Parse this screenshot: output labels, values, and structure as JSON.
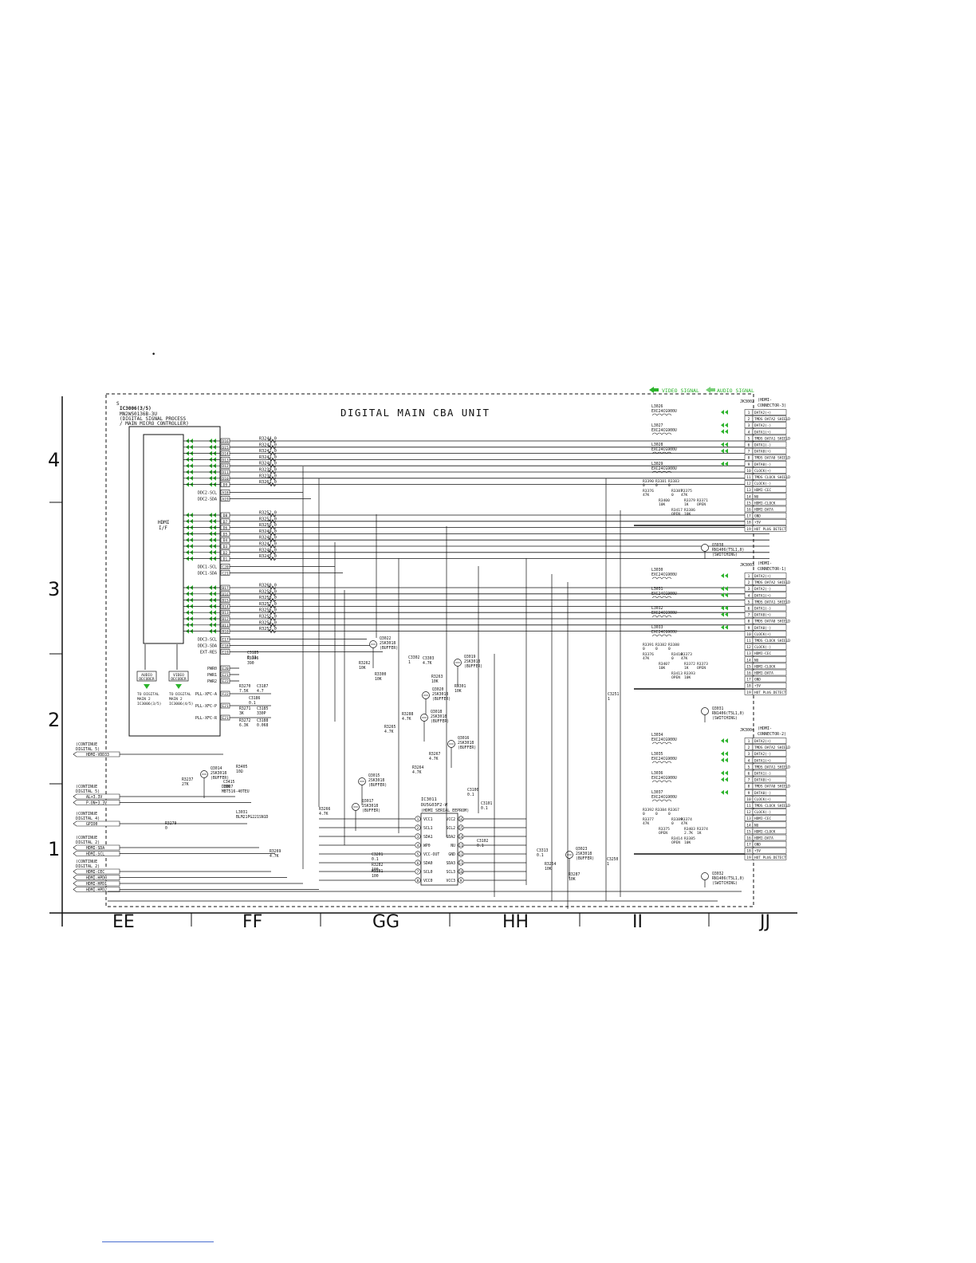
{
  "title": "DIGITAL MAIN CBA UNIT",
  "legend": {
    "video": "VIDEO SIGNAL",
    "audio": "AUDIO SIGNAL"
  },
  "row_labels": [
    "4",
    "3",
    "2",
    "1"
  ],
  "col_labels": [
    "EE",
    "FF",
    "GG",
    "HH",
    "II",
    "JJ"
  ],
  "main_ic": {
    "ref": "IC3006(3/5)",
    "part": "MN2WS0136B-3U",
    "desc1": "(DIGITAL SIGNAL PROCESS",
    "desc2": "/ MAIN MICRO CONTROLLER)",
    "block_label1": "HDMI",
    "block_label2": "I/F",
    "prefix": "S"
  },
  "group1": {
    "pins": [
      "D16",
      "D15",
      "D14",
      "D13",
      "D12",
      "D11",
      "D10",
      "D9"
    ],
    "res": [
      "R3244 0",
      "R3243 0",
      "R3242 0",
      "R3241 0",
      "R3240 0",
      "R3239 0",
      "R3238 0",
      "R3261 0"
    ],
    "ddc": [
      [
        "DDC2-SCL",
        "A18"
      ],
      [
        "DDC2-SDA",
        "A19"
      ]
    ]
  },
  "group2": {
    "pins": [
      "D8",
      "D7",
      "D6",
      "D5",
      "D4",
      "D3",
      "D2",
      "D1"
    ],
    "res": [
      "R3252 0",
      "R3251 0",
      "R3250 0",
      "R3249 0",
      "R3248 0",
      "R3247 0",
      "R3246 0",
      "R3245 0"
    ],
    "ddc": [
      [
        "DDC1-SCL",
        "C20"
      ],
      [
        "DDC1-SDA",
        "C21"
      ]
    ]
  },
  "group3": {
    "pins": [
      "B17",
      "B16",
      "B15",
      "B14",
      "B13",
      "B12",
      "B11",
      "B10"
    ],
    "res": [
      "R3260 0",
      "R3259 0",
      "R3258 0",
      "R3257 0",
      "R3256 0",
      "R3255 0",
      "R3254 0",
      "R3253 0"
    ],
    "ddc": [
      [
        "DDC3-SCL",
        "E17"
      ],
      [
        "DDC3-SDA",
        "E18"
      ],
      [
        "EXT-RES",
        "E19"
      ]
    ]
  },
  "pwr_pins": [
    [
      "PWR0",
      "E20"
    ],
    [
      "PWR1",
      "E21"
    ],
    [
      "PWR2",
      "E22"
    ]
  ],
  "pll_pins": [
    [
      "PLL-XFC-A",
      "F22"
    ],
    [
      "PLL-XFC-P",
      "E21"
    ],
    [
      "PLL-XFC-R",
      "E21"
    ]
  ],
  "decoders": [
    {
      "label": "AUDIO DECODER",
      "dest1": "TO DIGITAL",
      "dest2": "MAIN 2",
      "dest3": "IC3006(3/5)"
    },
    {
      "label": "VIDEO DECODER",
      "dest1": "TO DIGITAL",
      "dest2": "MAIN 2",
      "dest3": "IC3006(4/5)"
    }
  ],
  "left_connectors": [
    {
      "cont": "(CONTINUE DIGITAL 5)",
      "lines": [
        "HDMI-VDD33"
      ]
    },
    {
      "cont": "(CONTINUE DIGITAL 5)",
      "lines": [
        "AL+3.3V",
        "P-ON+3.3V"
      ]
    },
    {
      "cont": "(CONTINUE DIGITAL 4)",
      "lines": [
        "GPIO0"
      ]
    },
    {
      "cont": "(CONTINUE DIGITAL 2)",
      "lines": [
        "HDMI-SDA",
        "HDMI-SCL"
      ]
    },
    {
      "cont": "(CONTINUE DIGITAL 2)",
      "lines": [
        "HDMI-CEC",
        "HDMI-HPD0",
        "HDMI-HPD1",
        "HDMI-HPD2"
      ]
    }
  ],
  "eeprom": {
    "ref": "IC3011",
    "part": "DU5G03F2-W",
    "desc": "(HDMI SERIAL EEPROM)",
    "left_pins": [
      [
        "1",
        "VCC1"
      ],
      [
        "2",
        "SCL1"
      ],
      [
        "3",
        "SDA1"
      ],
      [
        "4",
        "WP0"
      ],
      [
        "5",
        "VCC-OUT"
      ],
      [
        "6",
        "SDA0"
      ],
      [
        "7",
        "SCL0"
      ],
      [
        "8",
        "VCC0"
      ]
    ],
    "right_pins": [
      [
        "16",
        "VCC2"
      ],
      [
        "15",
        "SCL2"
      ],
      [
        "14",
        "SDA2"
      ],
      [
        "13",
        "NU"
      ],
      [
        "12",
        "GND"
      ],
      [
        "11",
        "SDA3"
      ],
      [
        "10",
        "SCL3"
      ],
      [
        "9",
        "VCC3"
      ]
    ]
  },
  "buffers": [
    {
      "ref": "Q3022",
      "part": "2SK3018",
      "note": "(BUFFER)"
    },
    {
      "ref": "Q3019",
      "part": "2SK3018",
      "note": "(BUFFER)"
    },
    {
      "ref": "Q3020",
      "part": "2SK3018",
      "note": "(BUFFER)"
    },
    {
      "ref": "Q3018",
      "part": "2SK3018",
      "note": "(BUFFER)"
    },
    {
      "ref": "Q3016",
      "part": "2SK3018",
      "note": "(BUFFER)"
    },
    {
      "ref": "Q3015",
      "part": "2SK3018",
      "note": "(BUFFER)"
    },
    {
      "ref": "Q3017",
      "part": "2SK3018",
      "note": "(BUFFER)"
    },
    {
      "ref": "Q3014",
      "part": "2SK3018",
      "note": "(BUFFER)"
    },
    {
      "ref": "Q3023",
      "part": "2SK3018",
      "note": "(BUFFER)"
    }
  ],
  "passives": [
    "R3262 10K",
    "C3302 1",
    "C3303 4.7K",
    "R3300 10K",
    "R3263 10K",
    "R3301 10K",
    "R3288 4.7K",
    "R3265 4.7K",
    "R3267 4.7K",
    "R3264 4.7K",
    "R3266 4.7K",
    "C3100 0.1",
    "C3101 0.1",
    "C3102 0.1",
    "C3201 0.1",
    "R3282 100",
    "R3281 100",
    "R3269 4.7K",
    "R3279 0",
    "R3254 10K",
    "R3287 10K",
    "C3250 1",
    "C3313 0.1",
    "C3251 1",
    "R3237 27K",
    "R3270 7.5K",
    "C3187 4.7",
    "C3186 0.1",
    "R3271 3K",
    "C3185 330P",
    "R3272 6.3K",
    "C3188 0.068",
    "C3185 0.11",
    "R3306 390",
    "R3405 10Ω",
    "C3415 10K",
    "D3007 MBT516-40TEU",
    "L3031 BLM21PG221SN1D"
  ],
  "right_connectors": [
    {
      "ref": "JK3002",
      "title1": "(HDMI-",
      "title2": "CONNECTOR-3)",
      "switch": "Q3030",
      "pins": [
        "DATA2(+)",
        "TMDS DATA2 SHIELD",
        "DATA2(-)",
        "DATA1(+)",
        "TMDS DATA1 SHIELD",
        "DATA1(-)",
        "DATA0(+)",
        "TMDS DATA0 SHIELD",
        "DATA0(-)",
        "CLOCK(+)",
        "TMDS CLOCK SHIELD",
        "CLOCK(-)",
        "HDMI-CEC",
        "NU",
        "HDMI-CLOCK",
        "HDMI-DATA",
        "GND",
        "+5V",
        "HOT PLUG DETECT"
      ],
      "chokes": [
        "L3026 EXC24CG900U",
        "L3027 EXC24CG900U",
        "L3028 EXC24CG900U",
        "L3029 EXC24CG900U"
      ],
      "res": [
        "R3390 0",
        "R3381 0",
        "R3383 0",
        "R3375 47K",
        "R3376 47K",
        "R3387 0",
        "R3379 1K",
        "R3371 OPEN",
        "R3400 10K",
        "R3417 OPEN",
        "R3386 10K"
      ]
    },
    {
      "ref": "JK3003",
      "title1": "(HDMI-",
      "title2": "CONNECTOR-1)",
      "switch": "Q3031",
      "pins": [
        "DATA2(+)",
        "TMDS DATA2 SHIELD",
        "DATA2(-)",
        "DATA1(+)",
        "TMDS DATA1 SHIELD",
        "DATA1(-)",
        "DATA0(+)",
        "TMDS DATA0 SHIELD",
        "DATA0(-)",
        "CLOCK(+)",
        "TMDS CLOCK SHIELD",
        "CLOCK(-)",
        "HDMI-CEC",
        "NU",
        "HDMI-CLOCK",
        "HDMI-DATA",
        "GND",
        "+5V",
        "HOT PLUG DETECT"
      ],
      "chokes": [
        "L3030 EXC24CG900U",
        "L3031 EXC24CG900U",
        "L3032 EXC24CG900U",
        "L3033 EXC24CG900U"
      ],
      "res": [
        "R3391 0",
        "R3382 0",
        "R3388 0",
        "R3373 47K",
        "R3376 47K",
        "R3410 0",
        "R3372 1K",
        "R3373 OPEN",
        "R3407 10K",
        "R3413 OPEN",
        "R3393 10K"
      ]
    },
    {
      "ref": "JK3004",
      "title1": "(HDMI-",
      "title2": "CONNECTOR-2)",
      "switch": "Q3032",
      "pins": [
        "DATA2(+)",
        "TMDS DATA2 SHIELD",
        "DATA2(-)",
        "DATA1(+)",
        "TMDS DATA1 SHIELD",
        "DATA1(-)",
        "DATA0(+)",
        "TMDS DATA0 SHIELD",
        "DATA0(-)",
        "CLOCK(+)",
        "TMDS CLOCK SHIELD",
        "CLOCK(-)",
        "HDMI-CEC",
        "NU",
        "HDMI-CLOCK",
        "HDMI-DATA",
        "GND",
        "+5V",
        "HOT PLUG DETECT"
      ],
      "chokes": [
        "L3034 EXC24CG900U",
        "L3035 EXC24CG900U",
        "L3036 EXC24CG900U",
        "L3037 EXC24CG900U"
      ],
      "res": [
        "R3392 0",
        "R3384 0",
        "R3367 0",
        "R3374 47K",
        "R3377 47K",
        "R3389 0",
        "R3403 2.7K",
        "R3374 1K",
        "R3375 OPEN",
        "R3414 OPEN",
        "R3385 10K"
      ]
    }
  ],
  "switch_part": "RN1406(T5L1,0)",
  "switch_note": "(SWITCHING)",
  "bottom_dot": "•"
}
